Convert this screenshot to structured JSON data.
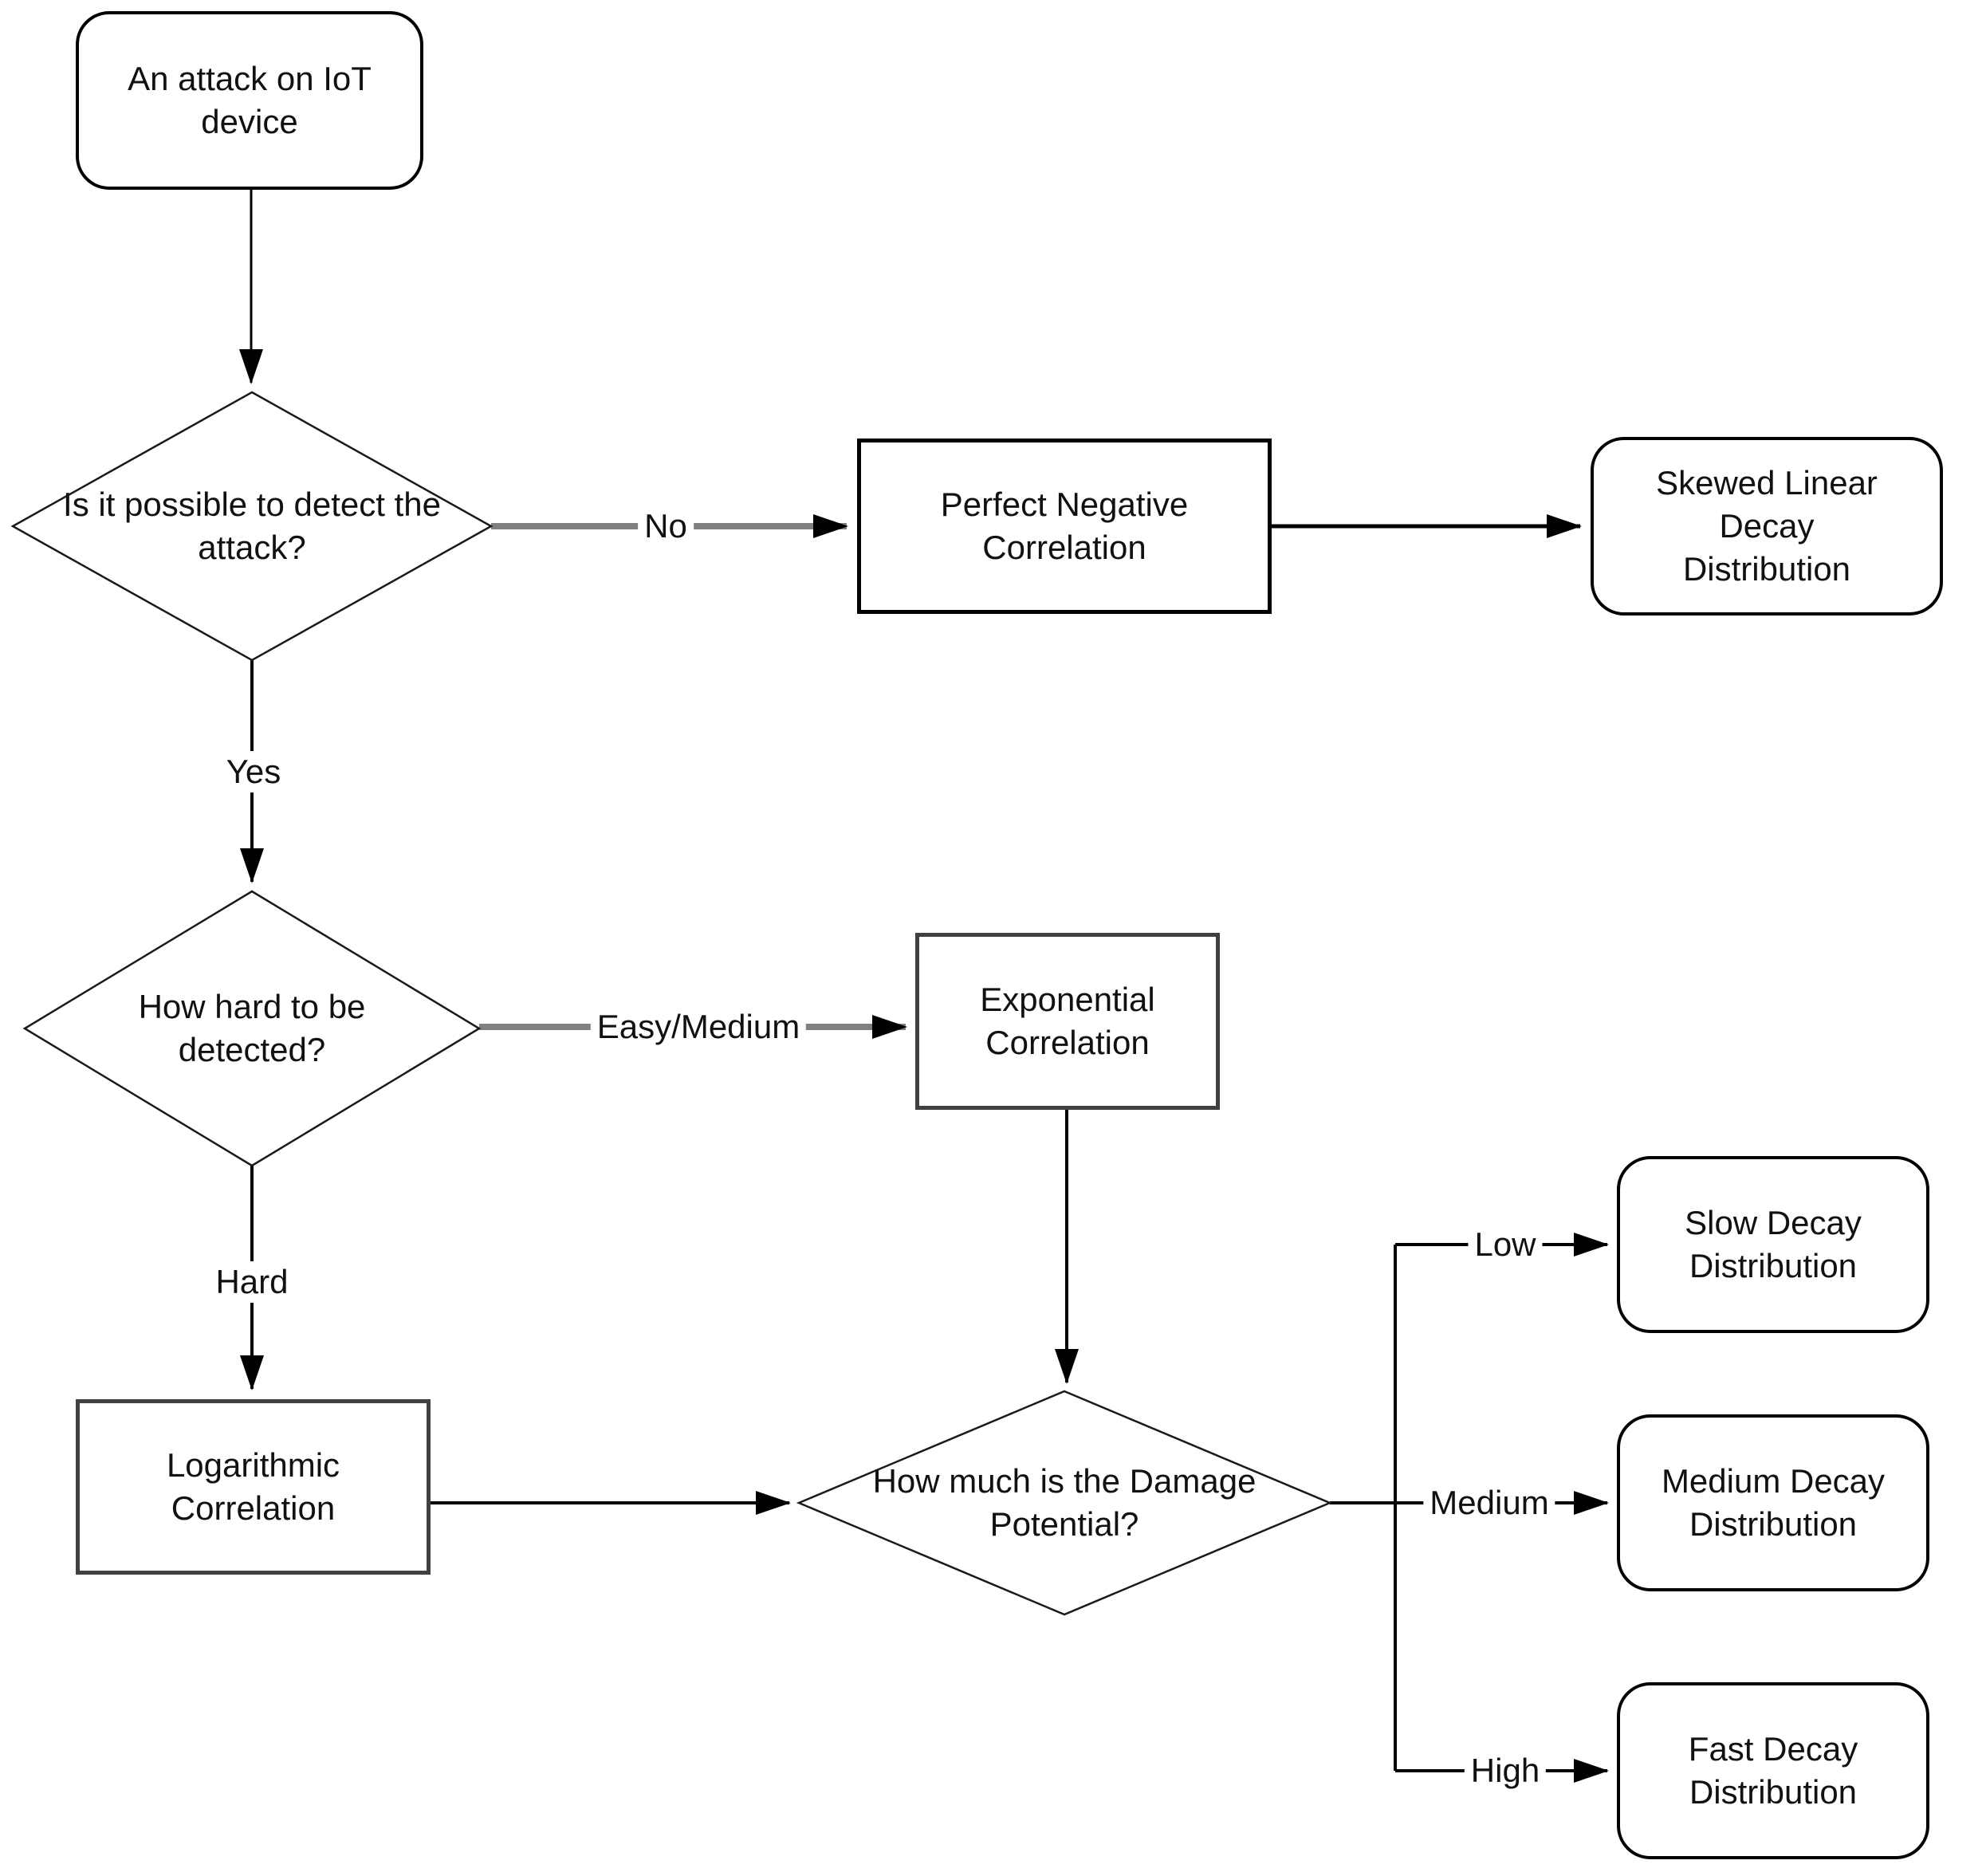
{
  "diagram": {
    "type": "flowchart",
    "background": "#ffffff",
    "colors": {
      "node_fill": "#ffffff",
      "node_stroke": "#000000",
      "alt_node_stroke": "#404040",
      "edge_gray": "#808080",
      "edge_black": "#000000",
      "text": "#111111"
    },
    "nodes": {
      "start": {
        "label": "An attack on IoT device",
        "shape": "rounded-rect"
      },
      "detect": {
        "label": "Is it possible to detect the attack?",
        "shape": "diamond"
      },
      "pnc": {
        "label": "Perfect Negative Correlation",
        "shape": "rect"
      },
      "skewed": {
        "label": "Skewed Linear Decay Distribution",
        "shape": "rounded-rect"
      },
      "hardness": {
        "label": "How hard to be detected?",
        "shape": "diamond"
      },
      "exponential": {
        "label": "Exponential Correlation",
        "shape": "rect"
      },
      "logarithmic": {
        "label": "Logarithmic Correlation",
        "shape": "rect"
      },
      "damage": {
        "label": "How much is the Damage Potential?",
        "shape": "diamond"
      },
      "slow": {
        "label": "Slow Decay Distribution",
        "shape": "rounded-rect"
      },
      "medium": {
        "label": "Medium Decay Distribution",
        "shape": "rounded-rect"
      },
      "fast": {
        "label": "Fast Decay Distribution",
        "shape": "rounded-rect"
      }
    },
    "edges": {
      "no": {
        "label": "No"
      },
      "yes": {
        "label": "Yes"
      },
      "easy_medium": {
        "label": "Easy/Medium"
      },
      "hard": {
        "label": "Hard"
      },
      "low": {
        "label": "Low"
      },
      "medium": {
        "label": "Medium"
      },
      "high": {
        "label": "High"
      }
    }
  }
}
